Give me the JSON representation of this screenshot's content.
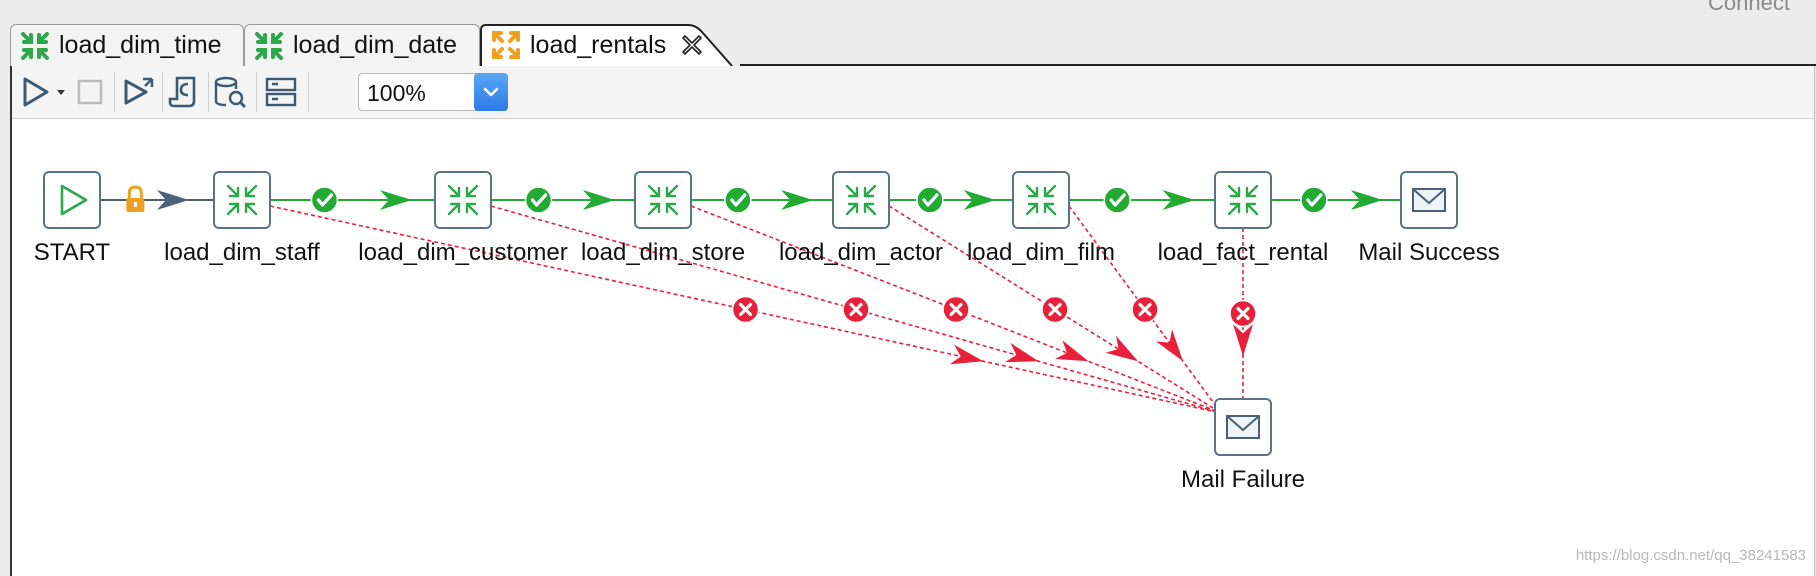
{
  "header": {
    "connect_label": "Connect"
  },
  "tabs": [
    {
      "label": "load_dim_time",
      "icon": "transformation-icon",
      "active": false
    },
    {
      "label": "load_dim_date",
      "icon": "transformation-icon",
      "active": false
    },
    {
      "label": "load_rentals",
      "icon": "job-icon",
      "active": true,
      "closable": true
    }
  ],
  "toolbar": {
    "buttons": [
      "run-icon",
      "run-options-icon",
      "stop-icon",
      "preview-icon",
      "replay-icon",
      "sql-icon",
      "explore-db-icon",
      "layout-icon"
    ],
    "zoom": "100%"
  },
  "nodes": [
    {
      "id": "start",
      "label": "START",
      "type": "start"
    },
    {
      "id": "staff",
      "label": "load_dim_staff",
      "type": "transformation"
    },
    {
      "id": "customer",
      "label": "load_dim_customer",
      "type": "transformation"
    },
    {
      "id": "store",
      "label": "load_dim_store",
      "type": "transformation"
    },
    {
      "id": "actor",
      "label": "load_dim_actor",
      "type": "transformation"
    },
    {
      "id": "film",
      "label": "load_dim_film",
      "type": "transformation"
    },
    {
      "id": "fact",
      "label": "load_fact_rental",
      "type": "transformation"
    },
    {
      "id": "success",
      "label": "Mail Success",
      "type": "mail"
    },
    {
      "id": "failure",
      "label": "Mail Failure",
      "type": "mail"
    }
  ],
  "hops": {
    "unconditional": [
      [
        "start",
        "staff"
      ]
    ],
    "success": [
      [
        "staff",
        "customer"
      ],
      [
        "customer",
        "store"
      ],
      [
        "store",
        "actor"
      ],
      [
        "actor",
        "film"
      ],
      [
        "film",
        "fact"
      ],
      [
        "fact",
        "success"
      ]
    ],
    "failure": [
      [
        "staff",
        "failure"
      ],
      [
        "customer",
        "failure"
      ],
      [
        "store",
        "failure"
      ],
      [
        "actor",
        "failure"
      ],
      [
        "film",
        "failure"
      ],
      [
        "fact",
        "failure"
      ]
    ]
  },
  "colors": {
    "success": "#22aa33",
    "failure": "#e8203a",
    "unconditional": "#4a6079",
    "node_border": "#5a738c",
    "node_icon": "#2aa84a"
  },
  "watermark": "https://blog.csdn.net/qq_38241583"
}
